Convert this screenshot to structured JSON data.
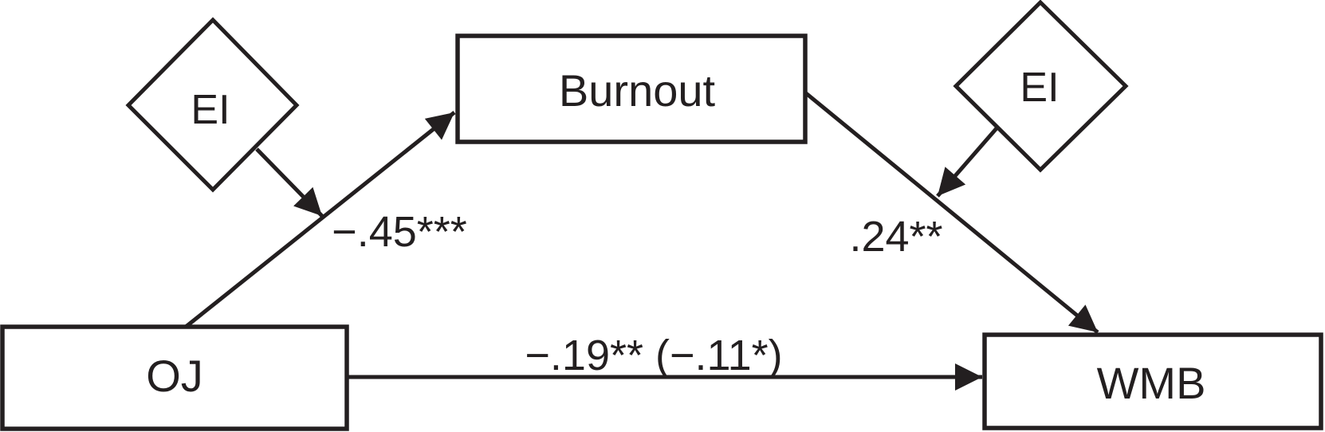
{
  "figure": {
    "type": "path-model-diagram",
    "nodes": {
      "oj": {
        "label": "OJ",
        "shape": "rectangle"
      },
      "burnout": {
        "label": "Burnout",
        "shape": "rectangle"
      },
      "wmb": {
        "label": "WMB",
        "shape": "rectangle"
      },
      "ei_left": {
        "label": "EI",
        "shape": "diamond"
      },
      "ei_right": {
        "label": "EI",
        "shape": "diamond"
      }
    },
    "paths": {
      "oj_to_burnout": {
        "coefficient": "−.45***"
      },
      "burnout_to_wmb": {
        "coefficient": ".24**"
      },
      "oj_to_wmb": {
        "coefficient": "−.19** (−.11*)"
      }
    },
    "colors": {
      "ink": "#231f20",
      "background": "#ffffff"
    }
  }
}
